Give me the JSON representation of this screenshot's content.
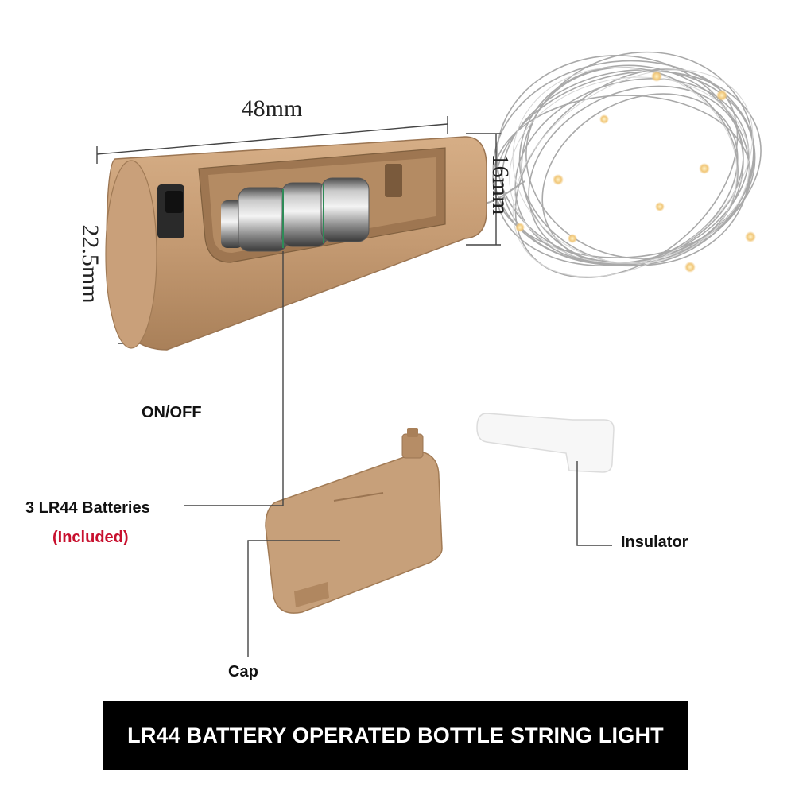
{
  "dimensions": {
    "length": "48mm",
    "height": "22.5mm",
    "diameter": "16mm"
  },
  "callouts": {
    "switch": "ON/OFF",
    "batteries": "3 LR44 Batteries",
    "batteries_note": "(Included)",
    "cap": "Cap",
    "insulator": "Insulator"
  },
  "banner": {
    "text": "LR44 BATTERY OPERATED BOTTLE STRING LIGHT"
  },
  "colors": {
    "cork": "#c49a72",
    "accent_red": "#c8102e",
    "banner_bg": "#000000",
    "banner_text": "#ffffff"
  }
}
